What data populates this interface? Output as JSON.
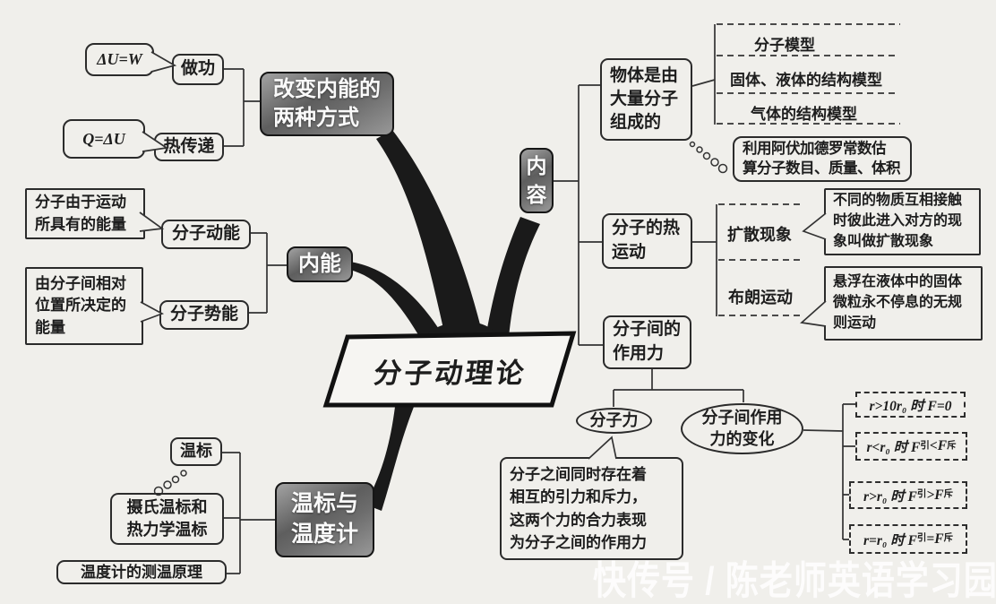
{
  "watermark": "快传号 / 陈老师英语学习园地",
  "center": {
    "title": "分子动理论"
  },
  "energy_change": {
    "title": "改变内能的\n两种方式",
    "work": "做功",
    "work_formula": "ΔU=W",
    "heat": "热传递",
    "heat_formula": "Q=ΔU"
  },
  "internal_energy": {
    "title": "内能",
    "kinetic": "分子动能",
    "kinetic_note": "分子由于运动\n所具有的能量",
    "potential": "分子势能",
    "potential_note": "由分子间相对\n位置所决定的\n能量"
  },
  "thermometer": {
    "title": "温标与\n温度计",
    "scale": "温标",
    "celsius": "摄氏温标和\n热力学温标",
    "principle": "温度计的测温原理"
  },
  "content": {
    "label": "内容",
    "composition": {
      "title": "物体是由\n大量分子\n组成的",
      "model1": "分子模型",
      "model2": "固体、液体的结构模型",
      "model3": "气体的结构模型",
      "avogadro": "利用阿伏加德罗常数估\n算分子数目、质量、体积"
    },
    "thermal": {
      "title": "分子的热\n运动",
      "diffusion": "扩散现象",
      "diffusion_note": "不同的物质互相接触\n时彼此进入对方的现\n象叫做扩散现象",
      "brownian": "布朗运动",
      "brownian_note": "悬浮在液体中的固体\n微粒永不停息的无规\n则运动"
    },
    "force": {
      "title": "分子间的\n作用力",
      "molecular_force": "分子力",
      "force_note": "分子之间同时存在着\n相互的引力和斥力，\n这两个力的合力表现\n为分子之间的作用力",
      "variation": "分子间作用\n力的变化",
      "cases": [
        {
          "pre": "r>10r₀ 时 F=0"
        },
        {
          "pre": "r<r₀ 时 F",
          "sub1": "引",
          "mid": "<F",
          "sub2": "斥"
        },
        {
          "pre": "r>r₀ 时 F",
          "sub1": "引",
          "mid": ">F",
          "sub2": "斥"
        },
        {
          "pre": "r=r₀ 时 F",
          "sub1": "引",
          "mid": "=F",
          "sub2": "斥"
        }
      ]
    }
  }
}
